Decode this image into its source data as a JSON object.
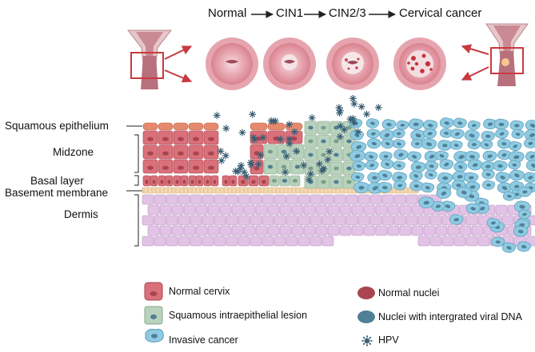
{
  "progression": {
    "stages": [
      "Normal",
      "CIN1",
      "CIN2/3",
      "Cervical cancer"
    ]
  },
  "layers": {
    "squamous_epithelium": "Squamous epithelium",
    "midzone": "Midzone",
    "basal_layer": "Basal layer",
    "basement_membrane": "Basement membrane",
    "dermis": "Dermis"
  },
  "legend": {
    "normal_cervix": "Normal cervix",
    "sil": "Squamous intraepithelial lesion",
    "invasive_cancer": "Invasive cancer",
    "normal_nuclei": "Normal nuclei",
    "viral_nuclei": "Nuclei with intergrated viral DNA",
    "hpv": "HPV"
  },
  "colors": {
    "normal_cell": "#d9707a",
    "normal_nucleus": "#a8454f",
    "sil_cell": "#b9d2bb",
    "cancer_cell": "#8ecbe3",
    "viral_nucleus": "#4f8096",
    "dermis_cell": "#e2c3e6",
    "hpv": "#3b5f74",
    "arrow": "#c9393f"
  }
}
